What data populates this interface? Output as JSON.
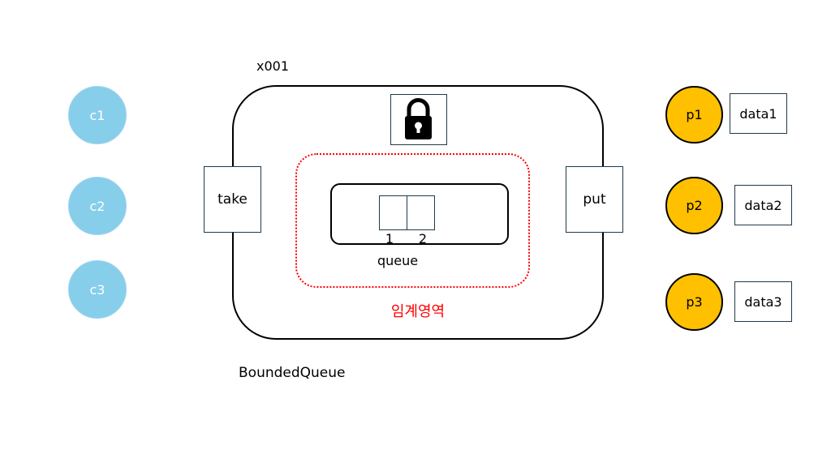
{
  "diagram": {
    "address": "x001",
    "class_name": "BoundedQueue",
    "lock_icon": "lock-icon",
    "critical_section_label": "임계영역",
    "critical_section_color": "#ff0000",
    "queue": {
      "label": "queue",
      "indices": [
        "1",
        "2"
      ]
    },
    "methods": {
      "take": "take",
      "put": "put"
    },
    "consumers": [
      "c1",
      "c2",
      "c3"
    ],
    "consumer_color": "#87ceeb",
    "producers": [
      {
        "name": "p1",
        "data": "data1"
      },
      {
        "name": "p2",
        "data": "data2"
      },
      {
        "name": "p3",
        "data": "data3"
      }
    ],
    "producer_color": "#ffc000"
  }
}
